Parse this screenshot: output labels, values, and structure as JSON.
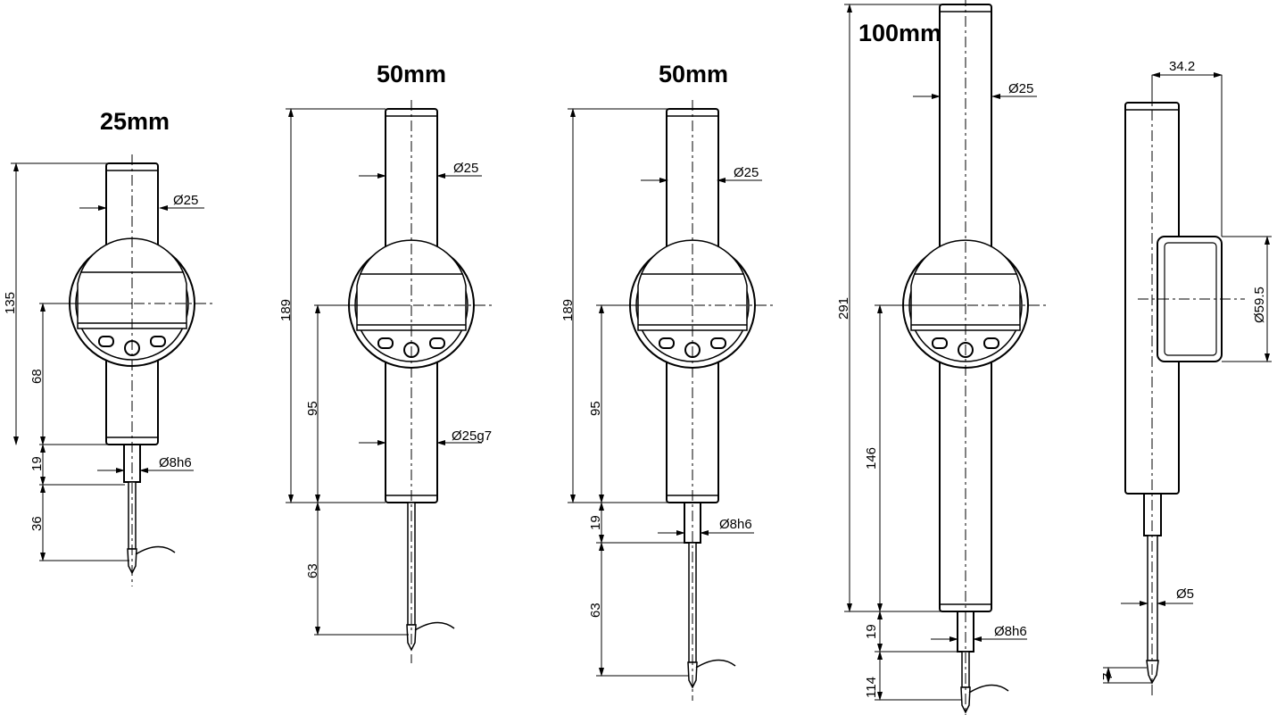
{
  "gauges": [
    {
      "title": "25mm",
      "dims": {
        "total": "135",
        "center": "68",
        "stem": "19",
        "stroke": "36",
        "dia": "Ø25",
        "stem_dia": "Ø8h6"
      }
    },
    {
      "title": "50mm",
      "dims": {
        "total": "189",
        "center": "95",
        "stroke": "63",
        "dia": "Ø25",
        "dia_lower": "Ø25g7"
      }
    },
    {
      "title": "50mm",
      "dims": {
        "total": "189",
        "center": "95",
        "stem": "19",
        "stroke": "63",
        "dia": "Ø25",
        "stem_dia": "Ø8h6"
      }
    },
    {
      "title": "100mm",
      "dims": {
        "total": "291",
        "center": "146",
        "stem": "19",
        "stroke": "114",
        "dia": "Ø25",
        "stem_dia": "Ø8h6"
      }
    }
  ],
  "side_view": {
    "depth": "34.2",
    "dial_dia": "Ø59.5",
    "needle_dia": "Ø5",
    "tip": "7"
  }
}
